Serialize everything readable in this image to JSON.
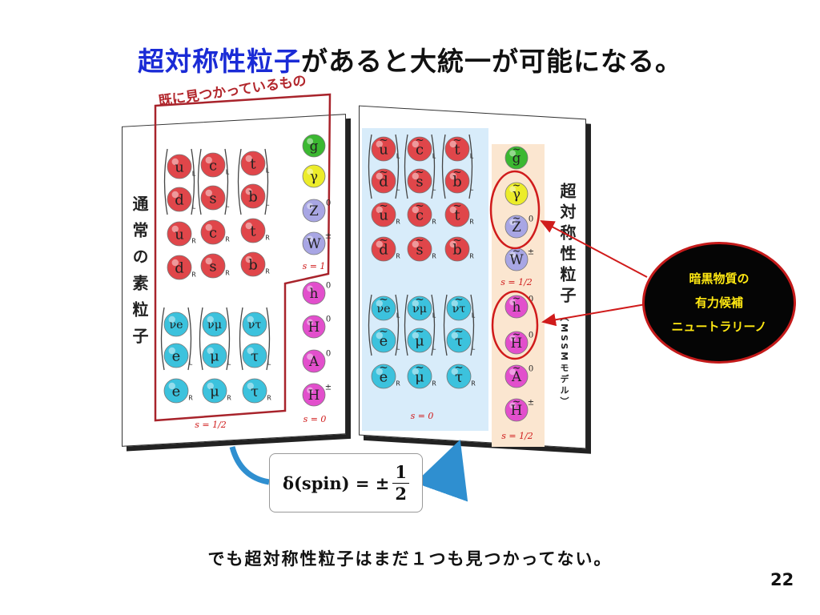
{
  "title": {
    "highlight": "超対称性粒子",
    "rest": "があると大統一が可能になる。"
  },
  "left_panel": {
    "known_label": "既に見つかっているもの",
    "vertical_label": "通常の素粒子",
    "quarks": [
      [
        "u",
        "c",
        "t"
      ],
      [
        "d",
        "s",
        "b"
      ],
      [
        "u",
        "c",
        "t"
      ],
      [
        "d",
        "s",
        "b"
      ]
    ],
    "quark_subscripts": [
      "L",
      "L",
      "R",
      "R"
    ],
    "gauge": [
      "g",
      "γ",
      "Z",
      "W"
    ],
    "gauge_sups": [
      "",
      "",
      "0",
      "±"
    ],
    "spin_gauge": "s = 1",
    "leptons": [
      [
        "νe",
        "νμ",
        "ντ"
      ],
      [
        "e",
        "μ",
        "τ"
      ],
      [
        "e",
        "μ",
        "τ"
      ]
    ],
    "lepton_subscripts": [
      "",
      "L",
      "R"
    ],
    "higgs": [
      "h",
      "H",
      "A",
      "H"
    ],
    "higgs_sups": [
      "0",
      "0",
      "0",
      "±"
    ],
    "spin_fermion": "s = 1/2",
    "spin_higgs": "s = 0"
  },
  "right_panel": {
    "vertical_label": "超対称性粒子",
    "model_label": "（MSSMモデル）",
    "squarks": [
      [
        "u",
        "c",
        "t"
      ],
      [
        "d",
        "s",
        "b"
      ],
      [
        "u",
        "c",
        "t"
      ],
      [
        "d",
        "s",
        "b"
      ]
    ],
    "squark_subscripts": [
      "L",
      "L",
      "R",
      "R"
    ],
    "gauginos": [
      "g",
      "γ",
      "Z",
      "W"
    ],
    "gaugino_sups": [
      "",
      "",
      "0",
      "±"
    ],
    "spin_gaugino": "s = 1/2",
    "sleptons": [
      [
        "νe",
        "νμ",
        "ντ"
      ],
      [
        "e",
        "μ",
        "τ"
      ],
      [
        "e",
        "μ",
        "τ"
      ]
    ],
    "slepton_subscripts": [
      "L",
      "L",
      "R"
    ],
    "higgsinos": [
      "h",
      "H",
      "A",
      "H"
    ],
    "higgsino_sups": [
      "0",
      "0",
      "0",
      "±"
    ],
    "spin_slepton": "s = 0",
    "spin_higgsino": "s = 1/2"
  },
  "callout": {
    "line1": "暗黒物質の",
    "line2": "有力候補",
    "line3": "ニュートラリーノ"
  },
  "formula": {
    "lhs": "δ(spin) = ±",
    "numerator": "1",
    "denominator": "2"
  },
  "footer": "でも超対称性粒子はまだ１つも見つかってない。",
  "page_number": "22",
  "colors": {
    "quark": "#e0464a",
    "lepton": "#3cc2dd",
    "gluon": "#3bb831",
    "photon": "#ecec2a",
    "boson": "#a8a6e4",
    "higgs": "#e24fcc",
    "outline": "#a8232b",
    "arrow": "#d01b1b",
    "curve": "#2f8fd0"
  }
}
